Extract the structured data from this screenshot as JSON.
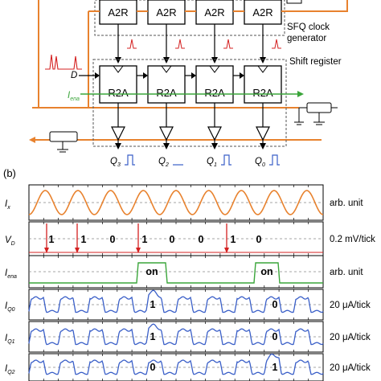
{
  "panel_b_label": "(b)",
  "clock_blocks": [
    "A2R",
    "A2R",
    "A2R",
    "A2R"
  ],
  "register_blocks": [
    "R2A",
    "R2A",
    "R2A",
    "R2A"
  ],
  "clock_generator_label_line1": "SFQ clock",
  "clock_generator_label_line2": "generator",
  "shift_register_label": "Shift register",
  "input_d_label": "D",
  "enable_label_main": "I",
  "enable_label_sub": "ena",
  "outputs": [
    {
      "main": "Q",
      "sub": "3"
    },
    {
      "main": "Q",
      "sub": "2"
    },
    {
      "main": "Q",
      "sub": "1"
    },
    {
      "main": "Q",
      "sub": "0"
    }
  ],
  "trace_rows": [
    {
      "label_main": "I",
      "label_sub": "x",
      "unit": "arb. unit"
    },
    {
      "label_main": "V",
      "label_sub": "D",
      "unit": "0.2 mV/tick"
    },
    {
      "label_main": "I",
      "label_sub": "ena",
      "unit": "arb. unit"
    },
    {
      "label_main": "I",
      "label_sub": "Q0",
      "unit": "20 μA/tick"
    },
    {
      "label_main": "I",
      "label_sub": "Q1",
      "unit": "20 μA/tick"
    },
    {
      "label_main": "I",
      "label_sub": "Q2",
      "unit": "20 μA/tick"
    }
  ],
  "vd_bits": [
    "1",
    "1",
    "0",
    "1",
    "0",
    "0",
    "1",
    "0"
  ],
  "ena_labels": [
    "on",
    "on"
  ],
  "q0_bits": [
    "1",
    "0"
  ],
  "q1_bits": [
    "1",
    "0"
  ],
  "q2_bits": [
    "0",
    "1"
  ],
  "colors": {
    "clock_line": "#e8822e",
    "data_pulse": "#d42020",
    "enable_line": "#3aa53a",
    "output_trace": "#3a5fc8",
    "block_stroke": "#000000",
    "dashed_box": "#555555"
  }
}
